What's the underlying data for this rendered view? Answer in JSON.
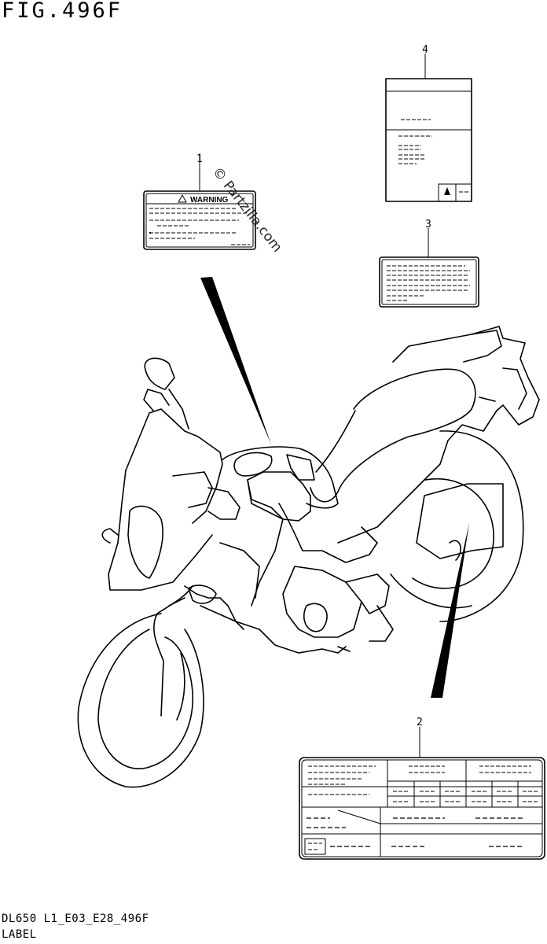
{
  "figure": {
    "title": "FIG.496F",
    "diagram_code": "DL650 L1_E03_E28_496F",
    "caption": "LABEL"
  },
  "callouts": [
    "1",
    "2",
    "3",
    "4"
  ],
  "warning_label": {
    "heading": "WARNING"
  },
  "watermark": "© Partzilla.com"
}
